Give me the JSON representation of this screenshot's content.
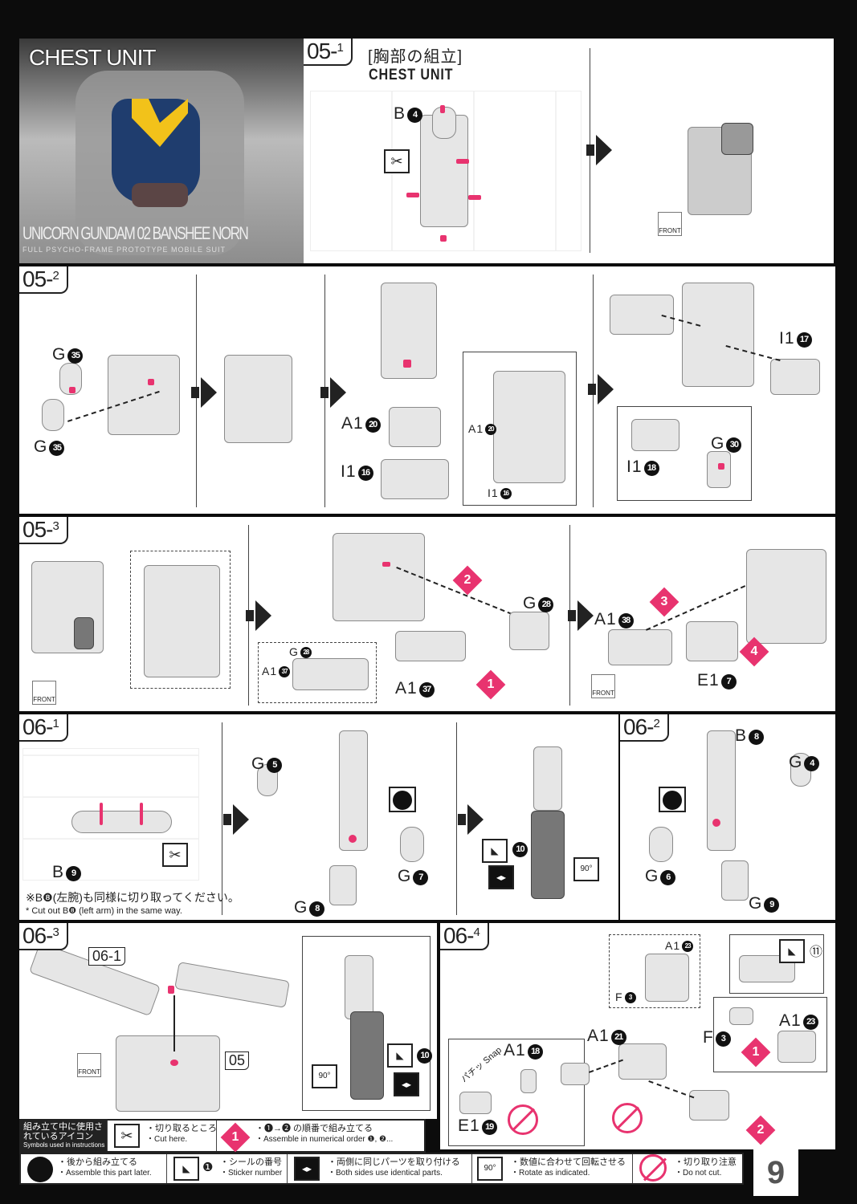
{
  "header_image": {
    "title": "CHEST UNIT",
    "model_name": "UNICORN GUNDAM 02 BANSHEE NORN",
    "subtitle": "FULL PSYCHO-FRAME PROTOTYPE MOBILE SUIT",
    "colors": {
      "blue": "#1f3d6e",
      "yellow": "#f2c21a"
    }
  },
  "steps": [
    {
      "id": "05",
      "sub": "1",
      "title_jp": "[胸部の組立]",
      "title_en": "CHEST UNIT"
    },
    {
      "id": "05",
      "sub": "2"
    },
    {
      "id": "05",
      "sub": "3"
    },
    {
      "id": "06",
      "sub": "1"
    },
    {
      "id": "06",
      "sub": "2"
    },
    {
      "id": "06",
      "sub": "3"
    },
    {
      "id": "06",
      "sub": "4"
    }
  ],
  "parts": [
    {
      "l": "B",
      "n": "4"
    },
    {
      "l": "G",
      "n": "35"
    },
    {
      "l": "G",
      "n": "35"
    },
    {
      "l": "A1",
      "n": "20"
    },
    {
      "l": "I1",
      "n": "16"
    },
    {
      "l": "A1",
      "n": "20"
    },
    {
      "l": "I1",
      "n": "16"
    },
    {
      "l": "I1",
      "n": "17"
    },
    {
      "l": "G",
      "n": "30"
    },
    {
      "l": "I1",
      "n": "18"
    },
    {
      "l": "G",
      "n": "28"
    },
    {
      "l": "G",
      "n": "28"
    },
    {
      "l": "A1",
      "n": "37"
    },
    {
      "l": "A1",
      "n": "37"
    },
    {
      "l": "A1",
      "n": "38"
    },
    {
      "l": "E1",
      "n": "7"
    },
    {
      "l": "G",
      "n": "5"
    },
    {
      "l": "G",
      "n": "7"
    },
    {
      "l": "G",
      "n": "8"
    },
    {
      "l": "B",
      "n": "9"
    },
    {
      "l": "B",
      "n": "8"
    },
    {
      "l": "G",
      "n": "4"
    },
    {
      "l": "G",
      "n": "6"
    },
    {
      "l": "G",
      "n": "9"
    },
    {
      "l": "A1",
      "n": "23"
    },
    {
      "l": "F",
      "n": "3"
    },
    {
      "l": "A1",
      "n": "21"
    },
    {
      "l": "F",
      "n": "3"
    },
    {
      "l": "A1",
      "n": "23"
    },
    {
      "l": "A1",
      "n": "18"
    },
    {
      "l": "E1",
      "n": "19"
    }
  ],
  "step_markers": [
    "2",
    "1",
    "3",
    "4",
    "1",
    "2"
  ],
  "stickers": [
    "10",
    "10",
    "⑪"
  ],
  "front_label": "FRONT",
  "note_061": {
    "jp": "※B❽(左腕)も同様に切り取ってください。",
    "en": "* Cut out B❽ (left arm) in the same way."
  },
  "refs": {
    "r061": "06-1",
    "r05": "05"
  },
  "rotate_label": "90°",
  "snap_label": "パチッ Snap",
  "legend": {
    "title_jp": "組み立て中に使用されているアイコン",
    "title_en": "Symbols used in instructions",
    "items": [
      {
        "jp": "・切り取るところ",
        "en": "・Cut here."
      },
      {
        "jp": "・❶→❷ の順番で組み立てる",
        "en": "・Assemble in numerical order ❶, ❷..."
      },
      {
        "jp": "・後から組み立てる",
        "en": "・Assemble this part later."
      },
      {
        "jp": "・シールの番号",
        "en": "・Sticker number"
      },
      {
        "jp": "・両側に同じパーツを取り付ける",
        "en": "・Both sides use identical parts."
      },
      {
        "jp": "・数値に合わせて回転させる",
        "en": "・Rotate as indicated."
      },
      {
        "jp": "・切り取り注意",
        "en": "・Do not cut."
      }
    ],
    "step_icon": "1",
    "sticker_icon": "❶"
  },
  "page_number": "9",
  "accent": "#e8336f"
}
